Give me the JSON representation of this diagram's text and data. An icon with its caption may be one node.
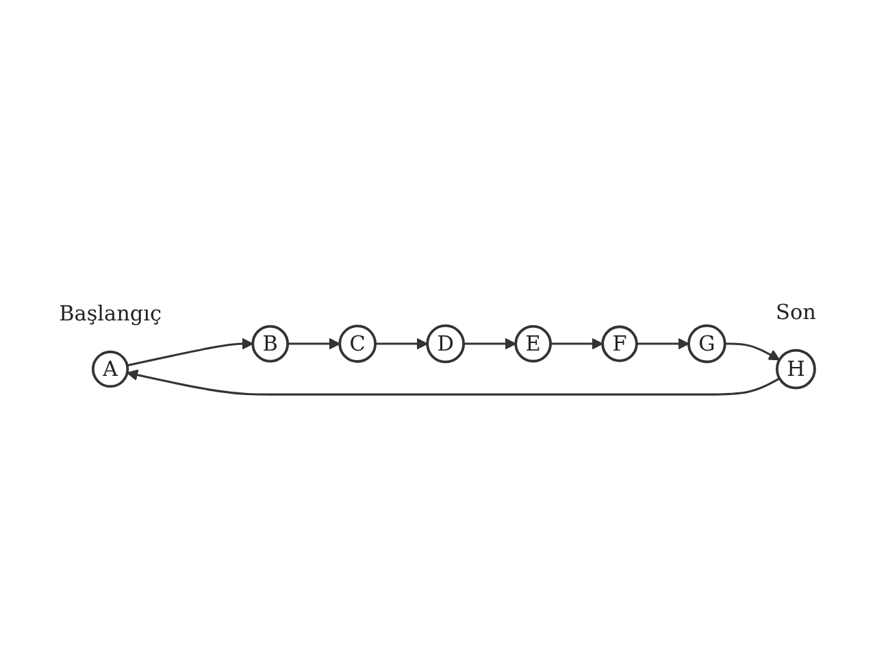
{
  "diagram": {
    "nodes": [
      {
        "text": [
          "A"
        ],
        "beside": [
          "Başlangıç"
        ]
      },
      {
        "text": [
          "B"
        ]
      },
      {
        "text": [
          "C"
        ]
      },
      {
        "text": [
          "D"
        ]
      },
      {
        "text": [
          "E"
        ]
      },
      {
        "text": [
          "F"
        ]
      },
      {
        "text": [
          "G"
        ]
      },
      {
        "text": [
          "H"
        ],
        "beside": [
          "Son"
        ]
      }
    ],
    "edges": [
      {
        "from": 0,
        "to": 1,
        "arrow": "to"
      },
      {
        "from": 1,
        "to": 2,
        "arrow": "to"
      },
      {
        "from": 2,
        "to": 3,
        "arrow": "to"
      },
      {
        "from": 3,
        "to": 4,
        "arrow": "to"
      },
      {
        "from": 4,
        "to": 5,
        "arrow": "to"
      },
      {
        "from": 5,
        "to": 6,
        "arrow": "to"
      },
      {
        "from": 6,
        "to": 7,
        "arrow": "to"
      },
      {
        "from": 7,
        "to": 0,
        "arrow": "to"
      }
    ]
  }
}
